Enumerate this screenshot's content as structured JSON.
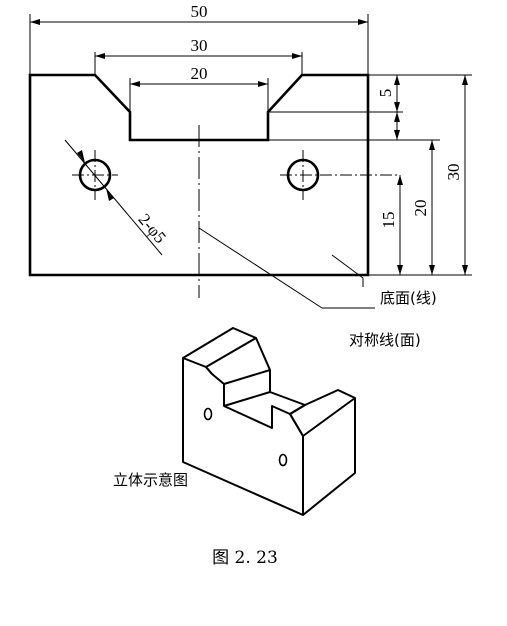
{
  "drawing": {
    "dimensions": {
      "overall_width": "50",
      "slot_top_width": "30",
      "slot_bottom_width": "20",
      "slot_depth": "5",
      "overall_height": "30",
      "slot_floor_height": "20",
      "hole_center_height": "15",
      "holes": "2-φ5"
    },
    "callouts": {
      "bottom_face": "底面(线)",
      "symmetry_line": "对称线(面)"
    },
    "iso_label": "立体示意图"
  },
  "caption": "图 2. 23"
}
